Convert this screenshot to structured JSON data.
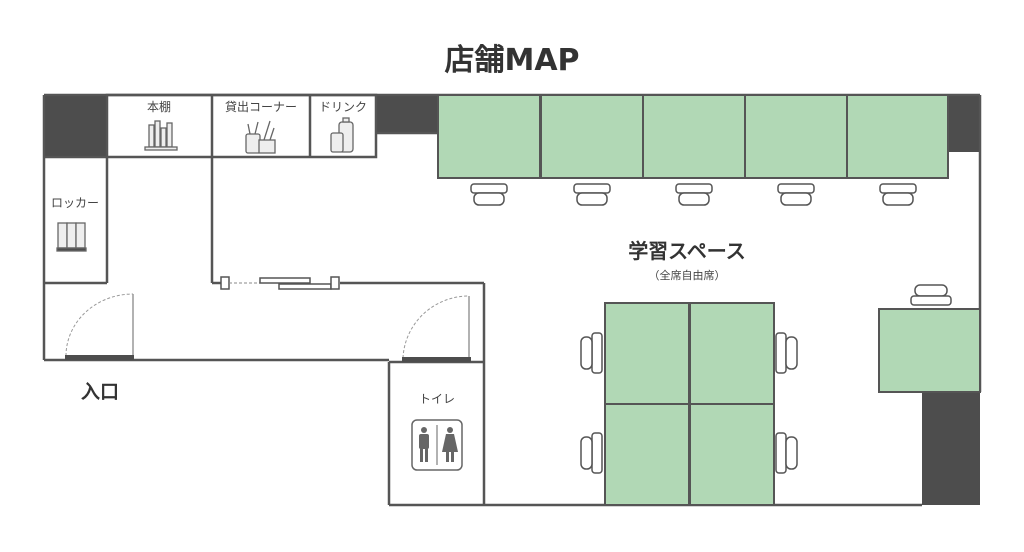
{
  "title": "店舗MAP",
  "areas": {
    "bookshelf": "本棚",
    "lending_corner": "貸出コーナー",
    "drink": "ドリンク",
    "locker": "ロッカー",
    "entrance": "入口",
    "toilet": "トイレ",
    "study_space": "学習スペース",
    "study_space_note": "（全席自由席）"
  },
  "colors": {
    "desk": "#b1d8b5",
    "wall_block": "#4d4d4d",
    "line": "#555555"
  }
}
